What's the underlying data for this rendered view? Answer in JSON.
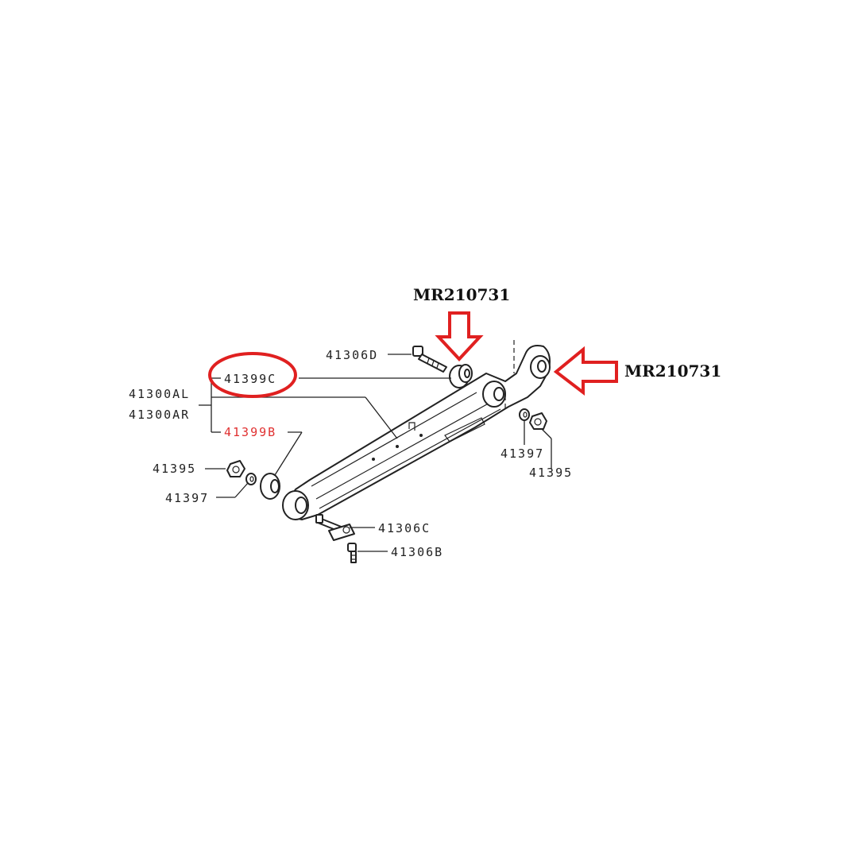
{
  "labels": {
    "l_41306D": "41306D",
    "l_41399C": "41399C",
    "l_41300AL": "41300AL",
    "l_41300AR": "41300AR",
    "l_41399B": "41399B",
    "l_41395_left": "41395",
    "l_41397_left": "41397",
    "l_41397_right": "41397",
    "l_41395_right": "41395",
    "l_41306C": "41306C",
    "l_41306B": "41306B"
  },
  "callouts": {
    "top": "MR210731",
    "right": "MR210731"
  },
  "colors": {
    "highlight_red": "#e02020",
    "highlight_part_text": "#e03030",
    "line": "#222222"
  }
}
